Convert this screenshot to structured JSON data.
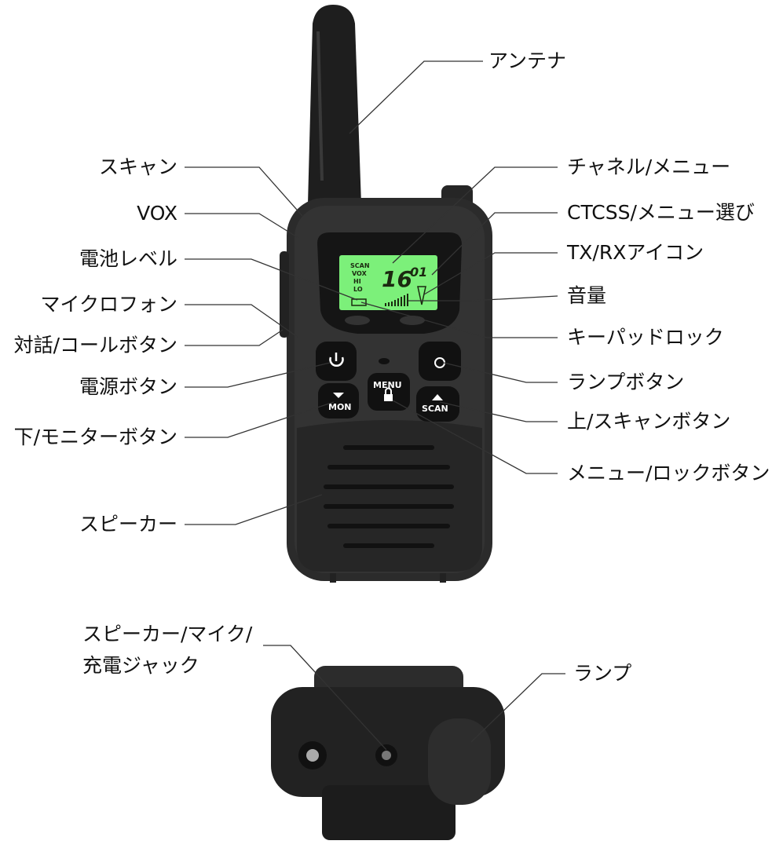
{
  "labels_left": [
    {
      "text": "スキャン"
    },
    {
      "text": "VOX"
    },
    {
      "text": "電池レベル"
    },
    {
      "text": "マイクロフォン"
    },
    {
      "text": "対話/コールボタン"
    },
    {
      "text": "電源ボタン"
    },
    {
      "text": "下/モニターボタン"
    },
    {
      "text": "スピーカー"
    }
  ],
  "labels_right": [
    {
      "text": "アンテナ"
    },
    {
      "text": "チャネル/メニュー"
    },
    {
      "text": "CTCSS/メニュー選び"
    },
    {
      "text": "TX/RXアイコン"
    },
    {
      "text": "音量"
    },
    {
      "text": "キーパッドロック"
    },
    {
      "text": "ランプボタン"
    },
    {
      "text": "上/スキャンボタン"
    },
    {
      "text": "メニュー/ロックボタン"
    }
  ],
  "labels_bottom": {
    "jack_line1": "スピーカー/マイク/",
    "jack_line2": "充電ジャック",
    "lamp": "ランプ"
  },
  "device": {
    "lcd": {
      "indicators": [
        "SCAN",
        "VOX",
        "HI",
        "LO"
      ],
      "channel": "16",
      "code": "01",
      "backlight_color": "#7cf07a"
    },
    "buttons": {
      "menu": "MENU",
      "mon": "MON",
      "scan": "SCAN"
    },
    "body_color": "#2a2a2a"
  }
}
